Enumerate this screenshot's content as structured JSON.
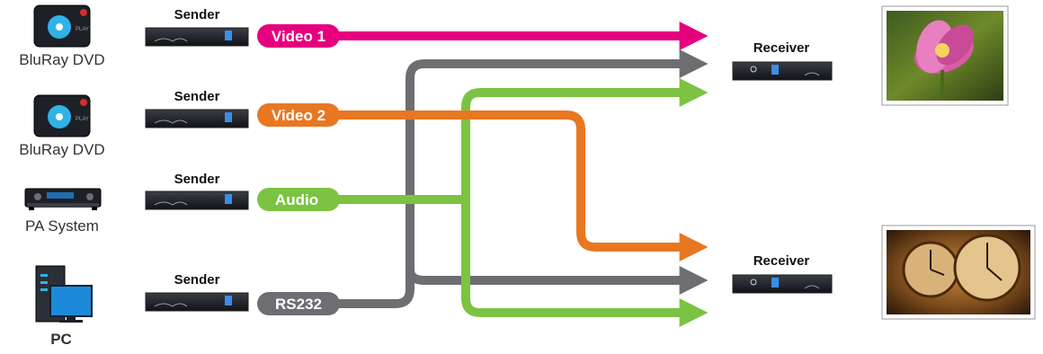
{
  "sources": [
    {
      "label": "BluRay DVD",
      "icon": "bluray-player-icon"
    },
    {
      "label": "BluRay DVD",
      "icon": "bluray-player-icon"
    },
    {
      "label": "PA System",
      "icon": "pa-system-icon"
    },
    {
      "label": "PC",
      "icon": "pc-monitor-icon"
    }
  ],
  "sender_label": "Sender",
  "receiver_label": "Receiver",
  "signals": [
    {
      "label": "Video 1",
      "color": "#e5007e"
    },
    {
      "label": "Video 2",
      "color": "#e87722"
    },
    {
      "label": "Audio",
      "color": "#7cc243"
    },
    {
      "label": "RS232",
      "color": "#6d6e71"
    }
  ],
  "displays": [
    {
      "icon": "lotus-flower-image"
    },
    {
      "icon": "clock-image"
    }
  ]
}
